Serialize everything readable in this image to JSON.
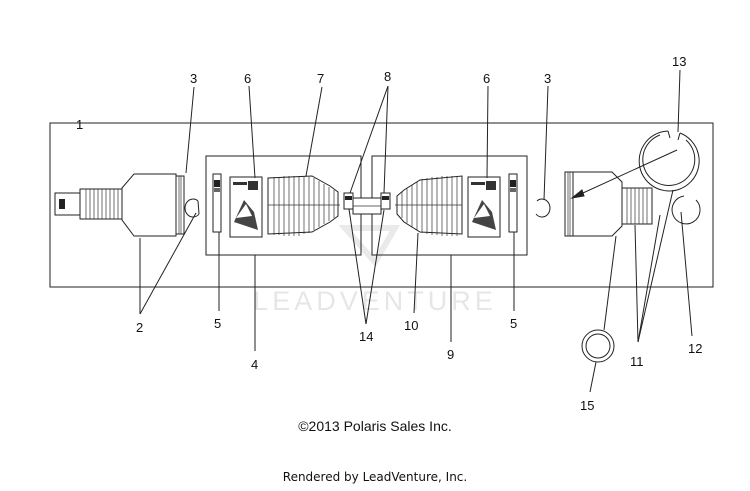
{
  "diagram": {
    "watermark": "LEADVENTURE",
    "callouts": [
      "1",
      "2",
      "3",
      "3",
      "4",
      "5",
      "5",
      "6",
      "6",
      "7",
      "8",
      "9",
      "10",
      "11",
      "12",
      "13",
      "14",
      "15"
    ]
  },
  "footer": {
    "copyright": "©2013 Polaris Sales Inc.",
    "rendered_by": "Rendered by LeadVenture, Inc."
  }
}
